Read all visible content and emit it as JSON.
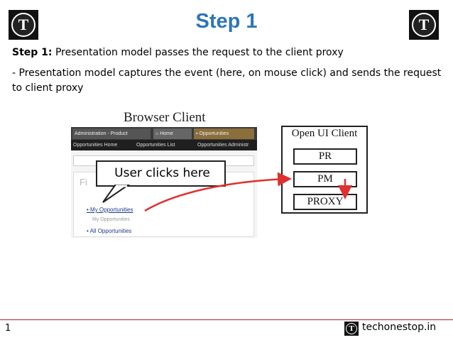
{
  "header": {
    "title": "Step 1",
    "logo_letter": "T",
    "title_color": "#2e75b6"
  },
  "body": {
    "step_label": "Step 1:",
    "step_text": " Presentation model passes the request to the client proxy",
    "description": "- Presentation model captures the event (here, on mouse click) and sends the request to client proxy"
  },
  "figure": {
    "browser_title": "Browser Client",
    "tabs": [
      "Administration - Product",
      "Home",
      "Opportunities"
    ],
    "subnav": [
      "Opportunities Home",
      "Opportunities List",
      "Opportunities Administr"
    ],
    "panel_header": "Fi",
    "links": [
      "My Opportunities",
      "My Opportunities",
      "All Opportunities"
    ],
    "callout": "User clicks here",
    "client_title": "Open UI Client",
    "boxes": [
      "PR",
      "PM",
      "PROXY"
    ],
    "arrow_color": "#e03030"
  },
  "footer": {
    "page_number": "1",
    "site": "techonestop.in",
    "divider_color": "#b02020"
  }
}
